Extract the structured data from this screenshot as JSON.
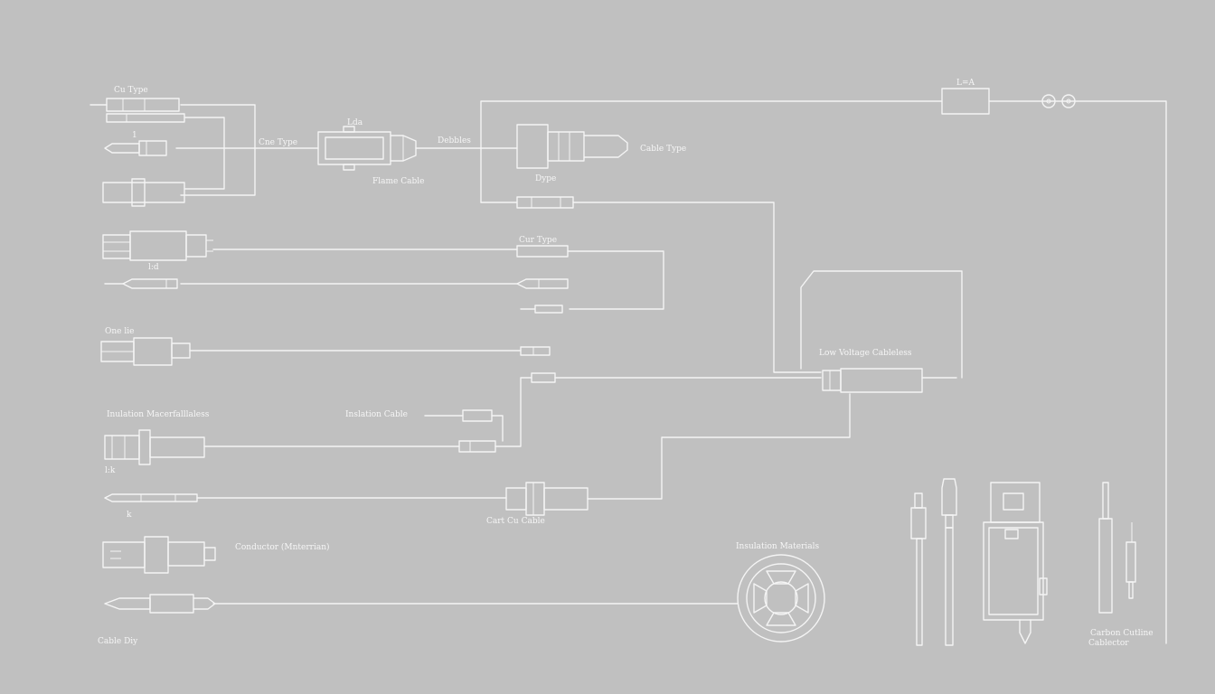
{
  "colors": {
    "background": "#c0c0c0",
    "lines": "#f4f4f4"
  },
  "labels": {
    "cu_type_top": "Cu Type",
    "cne_type": "Cne Type",
    "lda": "Lda",
    "debbles": "Debbles",
    "flame_cable": "Flame Cable",
    "cable_type": "Cable Type",
    "type_small": "Dype",
    "top_right_box": "L=A",
    "cu_type_mid": "Cur Type",
    "one_lie": "One lie",
    "low_voltage": "Low Voltage Cableless",
    "insulation_left": "Inulation Macerfalllaless",
    "insulation_cable": "Inslation Cable",
    "cart_cu": "Cart Cu Cable",
    "conductor": "Conductor (Mnterrian)",
    "insulation_materials": "Insulation Materials",
    "cable_diy": "Cable Diy",
    "carbon_cable": "Carbon Cutline",
    "carbon_cable_2": "Cablector",
    "tick_1": "1",
    "tick_k": "k",
    "tick_ld": "l:d",
    "tick_lk": "l:k"
  }
}
